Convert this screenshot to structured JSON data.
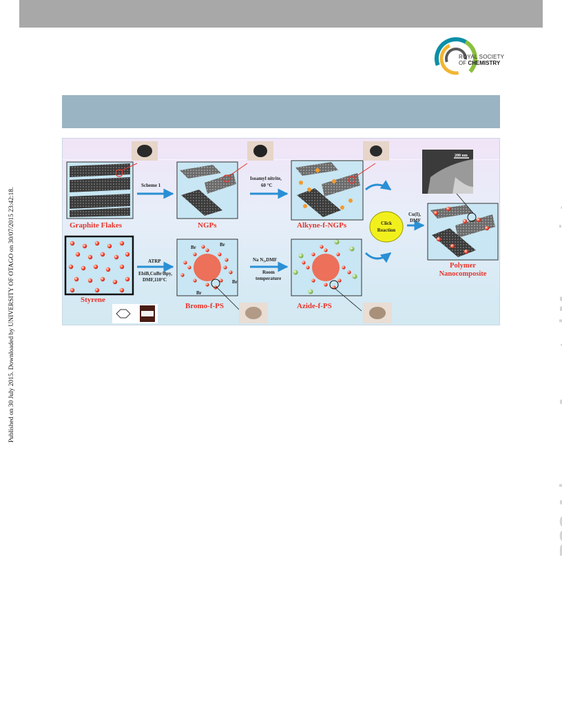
{
  "side_note": "Published on 30 July 2015. Downloaded by UNIVERSITY OF OTAGO on 30/07/2015 23:42:18.",
  "watermark": "RSC Advances Accepted Manuscript",
  "logo": {
    "line1": "ROYAL SOCIETY",
    "line2_prefix": "OF",
    "line2": "CHEMISTRY",
    "colors": [
      "#0a8fa8",
      "#8bbf3f",
      "#f2b533",
      "#5a5a5a"
    ]
  },
  "figure": {
    "labels": {
      "graphite": "Graphite Flakes",
      "ngps": "NGPs",
      "alkyne": "Alkyne-f-NGPs",
      "styrene": "Styrene",
      "bromo": "Bromo-f-PS",
      "azide": "Azide-f-PS",
      "polymer_1": "Polymer",
      "polymer_2": "Nanocomposite"
    },
    "arrows": {
      "scheme": "Scheme 1",
      "isoamyl_1": "Isoamyl nitrite,",
      "isoamyl_2": "60 °C",
      "atrp": "ATRP",
      "atrp_cond_1": "EbiB,CuBr/Bpy,",
      "atrp_cond_2": "DMF,110°C",
      "nan3": "Na N₃,DMF",
      "room_1": "Room",
      "room_2": "temperature",
      "cu_1": "Cu(I),",
      "cu_2": "DMF"
    },
    "click_1": "Click",
    "click_2": "Reaction",
    "scale_bar": "200 nm",
    "br": "Br"
  }
}
